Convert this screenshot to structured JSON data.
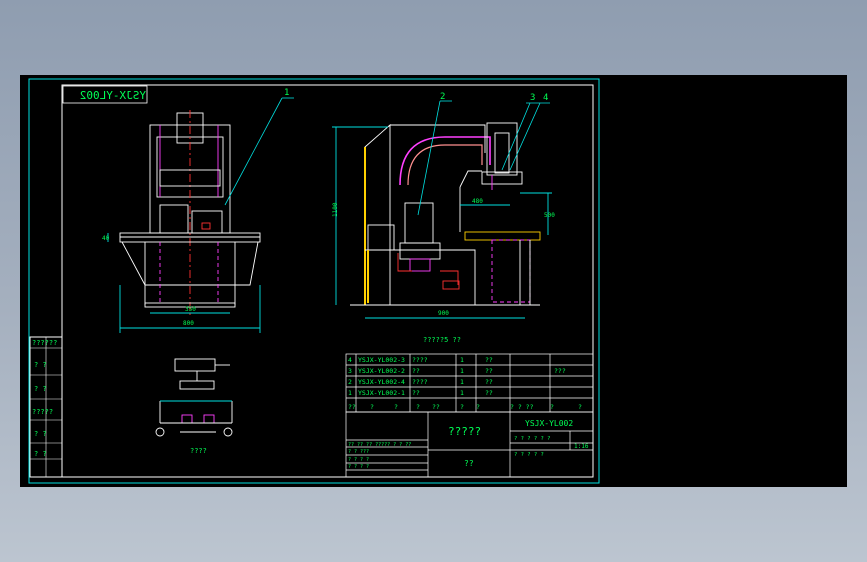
{
  "title_stamp": "YSJX-YL002",
  "balloons": [
    "1",
    "2",
    "3",
    "4"
  ],
  "labels": {
    "side_view_caption": "?????5 ??",
    "hydraulic_caption": "????"
  },
  "dims": {
    "front_width": "800",
    "front_inner": "350",
    "front_height": "40",
    "side_height": "1100",
    "side_width": "900",
    "side_upper": "480",
    "side_reach": "500"
  },
  "revision_block": [
    "??????",
    "? ?",
    "? ?",
    "?????",
    "? ?",
    "? ?"
  ],
  "bom": {
    "rows": [
      {
        "no": "4",
        "code": "YSJX-YL002-3",
        "name": "????",
        "qty": "1",
        "mat": "??",
        "note": ""
      },
      {
        "no": "3",
        "code": "YSJX-YL002-2",
        "name": "??",
        "qty": "1",
        "mat": "??",
        "note": "???"
      },
      {
        "no": "2",
        "code": "YSJX-YL002-4",
        "name": "????",
        "qty": "1",
        "mat": "??",
        "note": ""
      },
      {
        "no": "1",
        "code": "YSJX-YL002-1",
        "name": "??",
        "qty": "1",
        "mat": "??",
        "note": ""
      }
    ],
    "header": [
      "??",
      "?",
      "?",
      "?",
      "??",
      "?",
      "?",
      "? ? ??",
      "?",
      "?"
    ]
  },
  "title_block": {
    "drawing_name": "?????",
    "drawing_no": "YSJX-YL002",
    "company": "??",
    "scale": "1:16",
    "sign_rows": [
      "?? ?? ?? ????? ? ? ??",
      "? ? ???",
      "? ? ? ?",
      "? ? ? ?"
    ],
    "meta_row": "? ? ? ? ? ?",
    "sheet_row": "? ? ? ? ?"
  }
}
